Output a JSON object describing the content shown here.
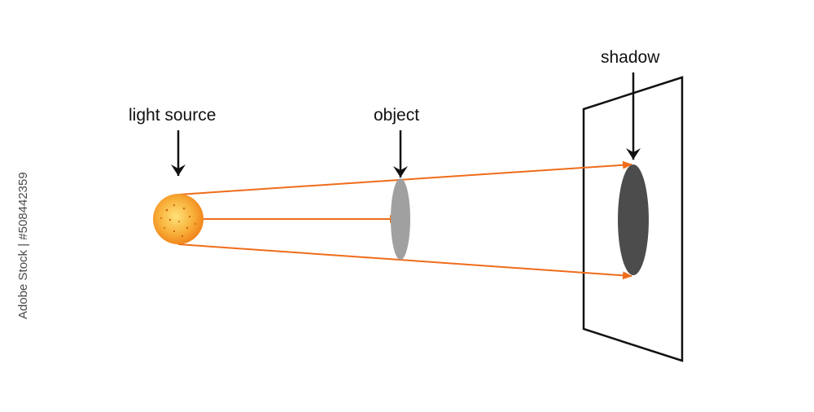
{
  "diagram": {
    "labels": {
      "light_source": "light source",
      "object": "object",
      "shadow": "shadow"
    },
    "watermark_id": "Adobe Stock | #508442359"
  },
  "colors": {
    "ray": "#ef6c1a",
    "label_arrow": "#111111",
    "source_inner": "#ffe27a",
    "source_outer": "#ef7d14",
    "object_fill": "#a0a0a0",
    "shadow_fill": "#4c4c4c",
    "screen_stroke": "#111111"
  }
}
